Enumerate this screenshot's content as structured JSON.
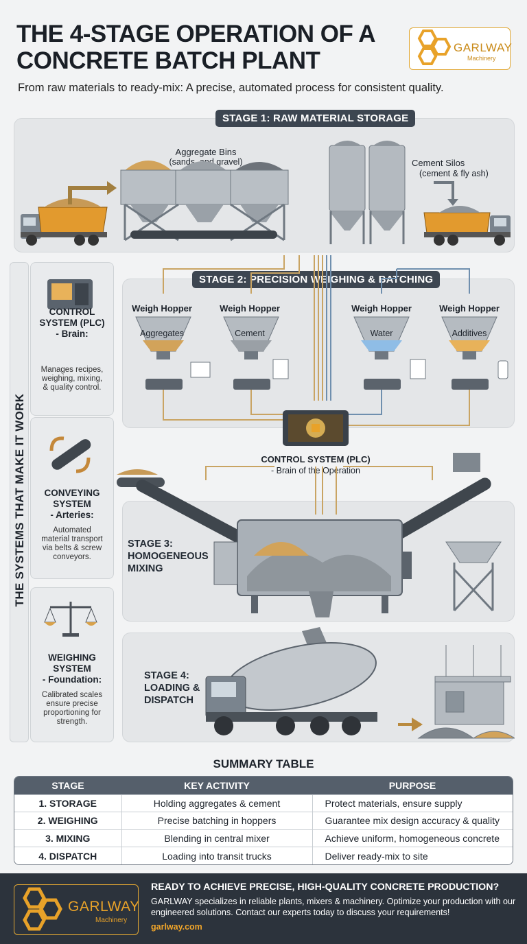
{
  "header": {
    "title": "THE 4-STAGE OPERATION OF A CONCRETE BATCH PLANT",
    "subtitle": "From raw materials to ready-mix: A precise, automated process for consistent quality.",
    "logo": {
      "brand": "GARLWAY",
      "sub": "Machinery"
    }
  },
  "stage1": {
    "tag": "STAGE 1: RAW MATERIAL STORAGE",
    "aggregate_title": "Aggregate Bins",
    "aggregate_sub": "(sands,  and gravel)",
    "silo_title": "Cement Silos",
    "silo_sub": "(cement & fly ash)"
  },
  "stage2": {
    "tag": "STAGE 2: PRECISION WEIGHING & BATCHING",
    "hoppers": [
      {
        "title": "Weigh Hopper",
        "label": "Aggregates"
      },
      {
        "title": "Weigh Hopper",
        "label": "Cement"
      },
      {
        "title": "Weigh Hopper",
        "label": "Water"
      },
      {
        "title": "Weigh Hopper",
        "label": "Additives"
      }
    ],
    "plc_title": "CONTROL SYSTEM (PLC)",
    "plc_sub": "- Brain of the Operation"
  },
  "stage3": {
    "label": "STAGE 3:\nHOMOGENEOUS\nMIXING"
  },
  "stage4": {
    "label": "STAGE 4:\nLOADING &\nDISPATCH"
  },
  "systems": {
    "vertical_title": "THE SYSTEMS THAT MAKE IT WORK",
    "cards": [
      {
        "title": "CONTROL\nSYSTEM (PLC)\n- Brain:",
        "desc": "Manages recipes,\nweighing, mixing,\n& quality control."
      },
      {
        "title": "CONVEYING\nSYSTEM\n- Arteries:",
        "desc": "Automated\nmaterial transport\nvia belts & screw\nconveyors."
      },
      {
        "title": "WEIGHING\nSYSTEM\n- Foundation:",
        "desc": "Calibrated scales\nensure precise\nproportioning for\nstrength."
      }
    ]
  },
  "summary": {
    "title": "SUMMARY TABLE",
    "headers": [
      "STAGE",
      "KEY ACTIVITY",
      "PURPOSE"
    ],
    "rows": [
      [
        "1. STORAGE",
        "Holding aggregates & cement",
        "Protect materials, ensure supply"
      ],
      [
        "2. WEIGHING",
        "Precise batching in hoppers",
        "Guarantee mix design accuracy & quality"
      ],
      [
        "3. MIXING",
        "Blending in central mixer",
        "Achieve uniform, homogeneous concrete"
      ],
      [
        "4. DISPATCH",
        "Loading into transit trucks",
        "Deliver ready-mix to site"
      ]
    ]
  },
  "footer": {
    "heading": "READY TO ACHIEVE PRECISE, HIGH-QUALITY CONCRETE PRODUCTION?",
    "body": "GARLWAY specializes in reliable plants, mixers & machinery. Optimize your production with our engineered solutions. Contact our experts today to discuss your requirements!",
    "url": "garlway.com",
    "logo": {
      "brand": "GARLWAY",
      "sub": "Machinery"
    }
  },
  "colors": {
    "accent": "#e8a229",
    "dark": "#3d4651",
    "arrow_tan": "#c9a463",
    "arrow_blue": "#6f8fae"
  }
}
